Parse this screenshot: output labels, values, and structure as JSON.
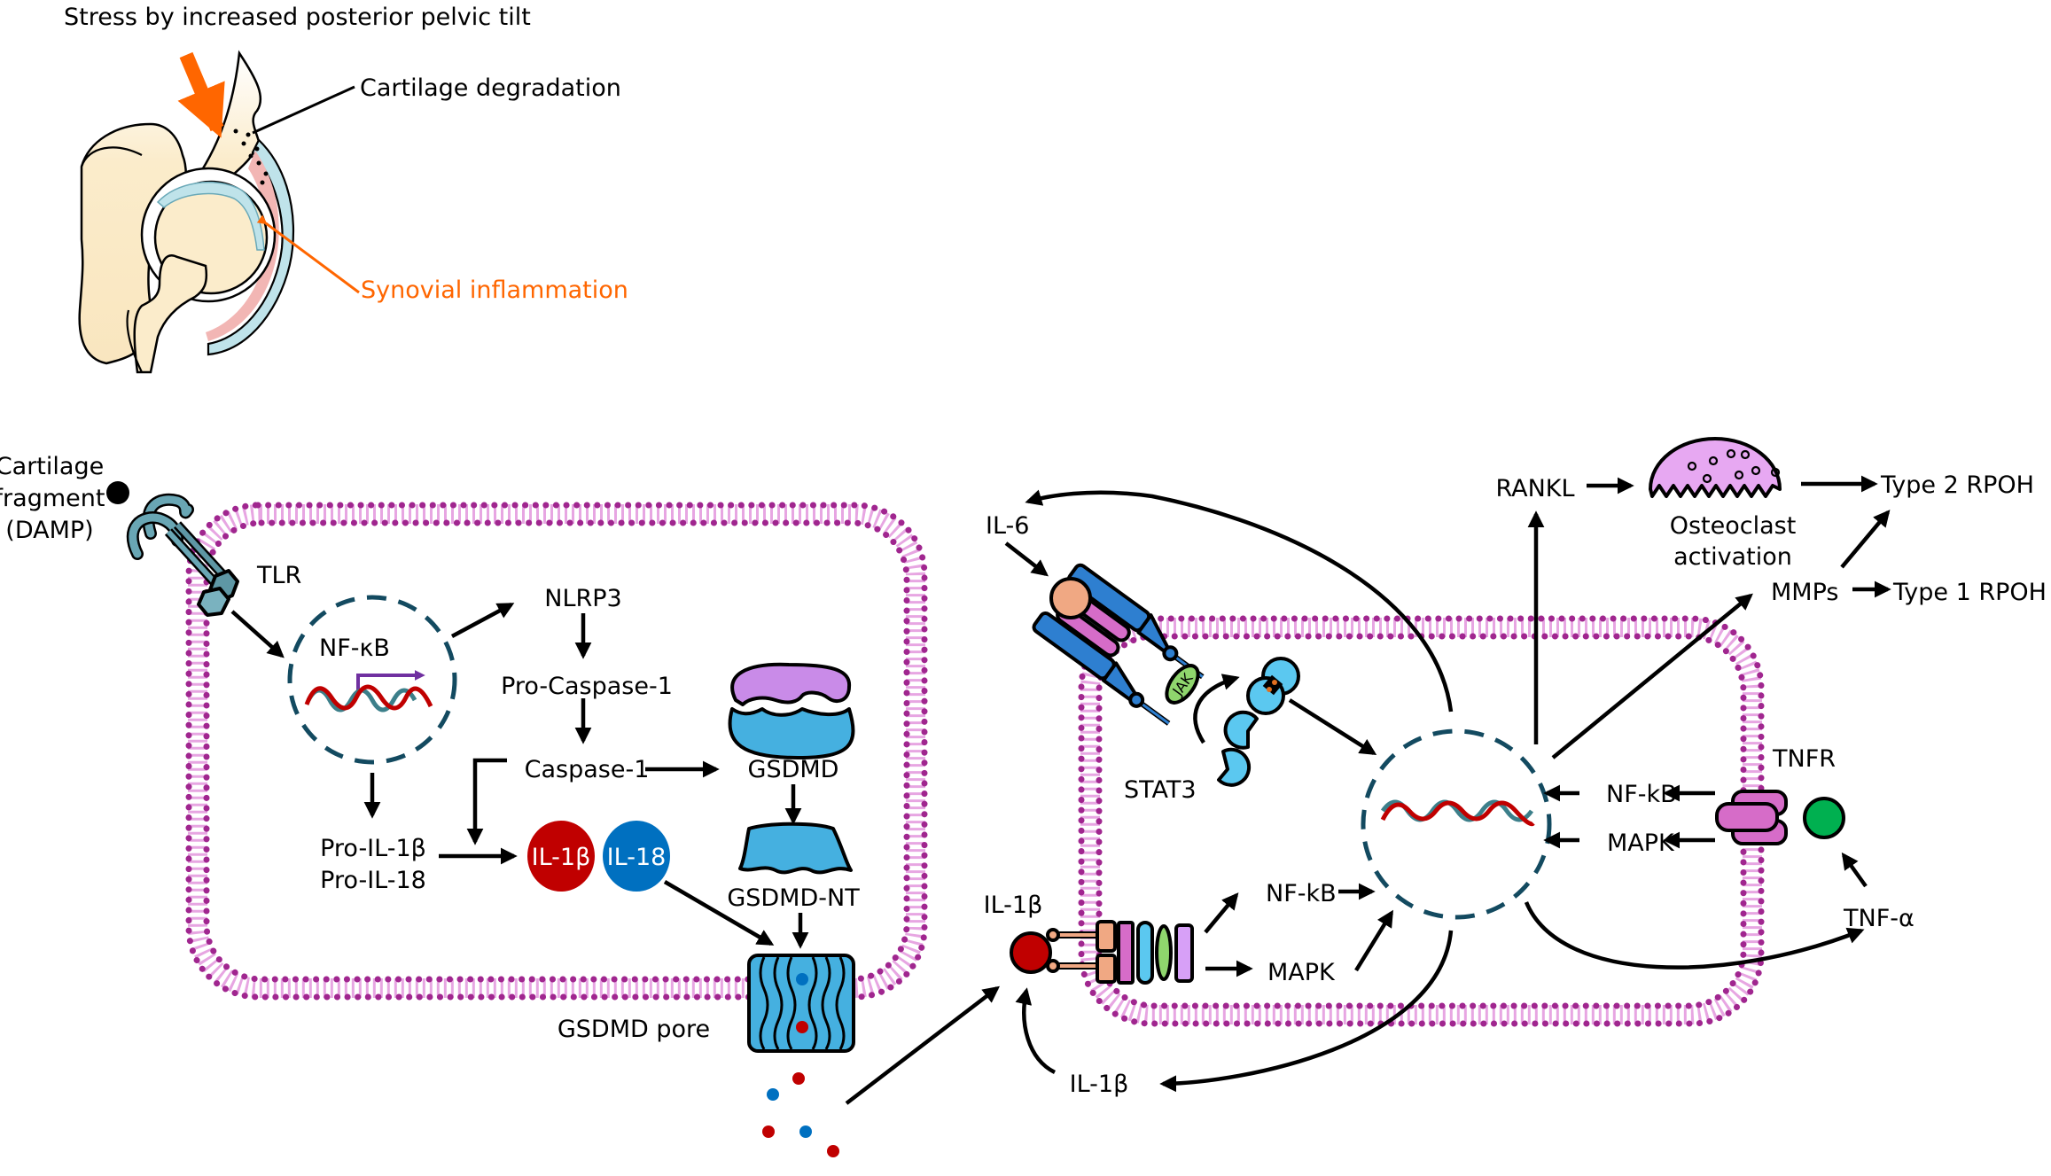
{
  "hip_panel": {
    "title": "Stress by increased posterior pelvic tilt",
    "label_cartilage": "Cartilage degradation",
    "label_synovial": "Synovial inflammation",
    "colors": {
      "stress_arrow": "#ff6600",
      "synovial_label": "#ff6600",
      "bone": "#fbeccb",
      "cartilage": "#bfe3ea",
      "synovium": "#f2b6b4"
    }
  },
  "left_cell": {
    "damp_label_1": "Cartilage",
    "damp_label_2": "fragment",
    "damp_label_3": "(DAMP)",
    "tlr": "TLR",
    "nfkb": "NF-κB",
    "nlrp3": "NLRP3",
    "pro_caspase": "Pro-Caspase-1",
    "caspase": "Caspase-1",
    "gsdmd": "GSDMD",
    "gsdmd_nt": "GSDMD-NT",
    "gsdmd_pore": "GSDMD pore",
    "pro_il1b": "Pro-IL-1β",
    "pro_il18": "Pro-IL-18",
    "il1b_badge": "IL-1β",
    "il18_badge": "IL-18"
  },
  "right_cell": {
    "il6": "IL-6",
    "jak": "JAK",
    "stat3": "STAT3",
    "il1b_in": "IL-1β",
    "il1b_out": "IL-1β",
    "nfkb_lower": "NF-kB",
    "mapk_lower": "MAPK",
    "nfkb_right": "NF-kB",
    "mapk_right": "MAPK",
    "tnfr": "TNFR",
    "tnfa": "TNF-α",
    "rankl": "RANKL",
    "osteoclast_1": "Osteoclast",
    "osteoclast_2": "activation",
    "mmps": "MMPs",
    "type2": "Type 2 RPOH",
    "type1": "Type 1 RPOH"
  },
  "colors": {
    "membrane_dot": "#a0268f",
    "membrane_stripe": "#e7a6e2",
    "nucleus_outline": "#134a60",
    "il1b_red": "#c00000",
    "il18_blue": "#0070c0",
    "gsdmd_blue": "#45b0e0",
    "gsdmd_purple": "#c98be8",
    "tlr_teal": "#69a6b4",
    "dna_red": "#c00000",
    "dna_teal": "#3c7f8a",
    "tnf_green": "#00b050",
    "receptor_pink": "#d66cc8",
    "osteoclast": "#e7a8f2"
  }
}
